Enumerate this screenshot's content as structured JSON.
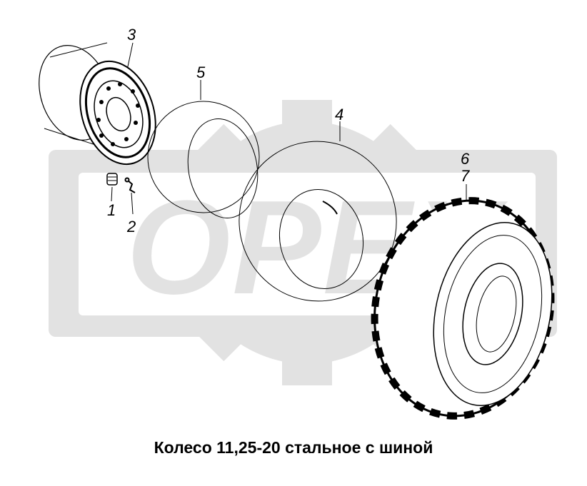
{
  "watermark": {
    "text": "OPEX",
    "color": "#e2e2e2",
    "shape": "gear-with-band"
  },
  "callouts": [
    {
      "id": "1",
      "label": "1"
    },
    {
      "id": "2",
      "label": "2"
    },
    {
      "id": "3",
      "label": "3"
    },
    {
      "id": "4",
      "label": "4"
    },
    {
      "id": "5",
      "label": "5"
    },
    {
      "id": "6",
      "label": "6"
    },
    {
      "id": "7",
      "label": "7"
    }
  ],
  "caption": "Колесо 11,25-20 стальное с шиной"
}
